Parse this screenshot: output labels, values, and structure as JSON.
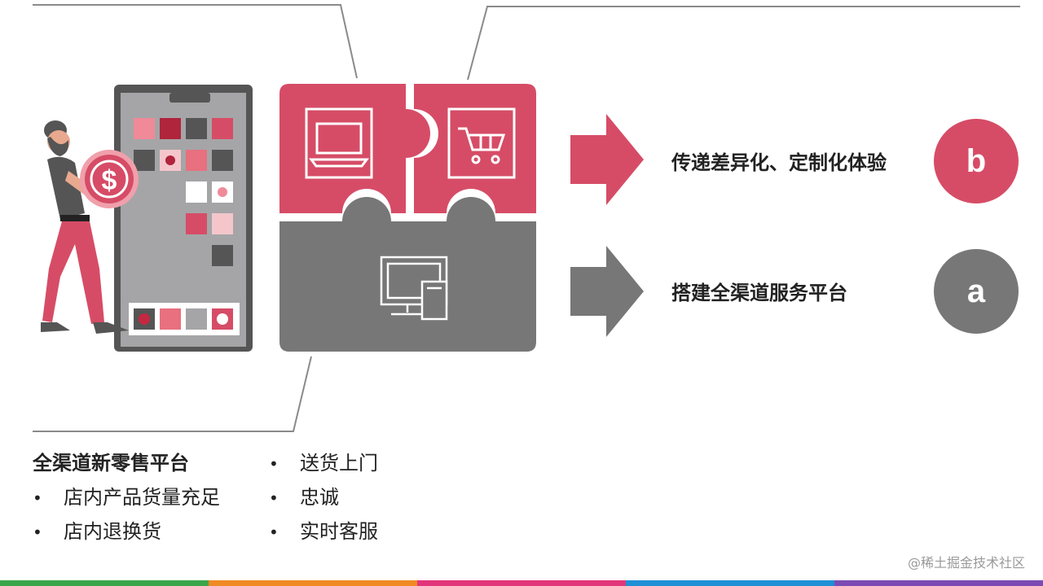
{
  "colors": {
    "pink": "#d64c66",
    "gray": "#777777",
    "dark_gray": "#555555",
    "light_gray": "#a5a5a7",
    "line": "#8a8a8a"
  },
  "icons": {
    "laptop": "laptop-icon",
    "cart": "shopping-cart-icon",
    "devices": "monitor-phone-icon",
    "dollar": "dollar-coin-icon"
  },
  "right": {
    "item_b": {
      "text": "传递差异化、定制化体验",
      "badge": "b"
    },
    "item_a": {
      "text": "搭建全渠道服务平台",
      "badge": "a"
    }
  },
  "platform": {
    "title": "全渠道新零售平台",
    "left_items": [
      "店内产品货量充足",
      "店内退换货"
    ],
    "right_items": [
      "送货上门",
      "忠诚",
      "实时客服"
    ],
    "bullet": "•"
  },
  "watermark": "@稀土掘金技术社区",
  "bottom_bar_colors": [
    "#3ba54a",
    "#f08a24",
    "#e2367a",
    "#1f8fd6",
    "#7b4bb3"
  ]
}
